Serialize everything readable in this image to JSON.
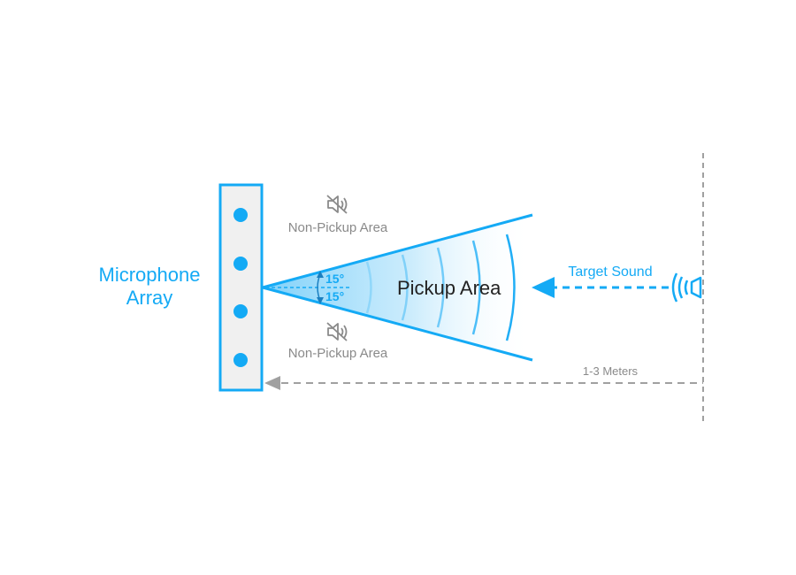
{
  "microphone_array": {
    "label_line1": "Microphone",
    "label_line2": "Array",
    "mic_count": 4
  },
  "zones": {
    "non_pickup_top": "Non-Pickup Area",
    "non_pickup_bottom": "Non-Pickup Area",
    "pickup": "Pickup Area"
  },
  "angles": {
    "upper": "15°",
    "lower": "15°"
  },
  "target": {
    "label": "Target Sound"
  },
  "distance": {
    "label": "1-3 Meters"
  },
  "icons": {
    "muted": "muted-speaker-icon",
    "source": "sound-source-speaker-icon"
  },
  "colors": {
    "accent": "#14aaf5",
    "muted_gray": "#8a8a8a",
    "array_fill": "#f0f0f0",
    "dashed_gray": "#a0a0a0"
  }
}
